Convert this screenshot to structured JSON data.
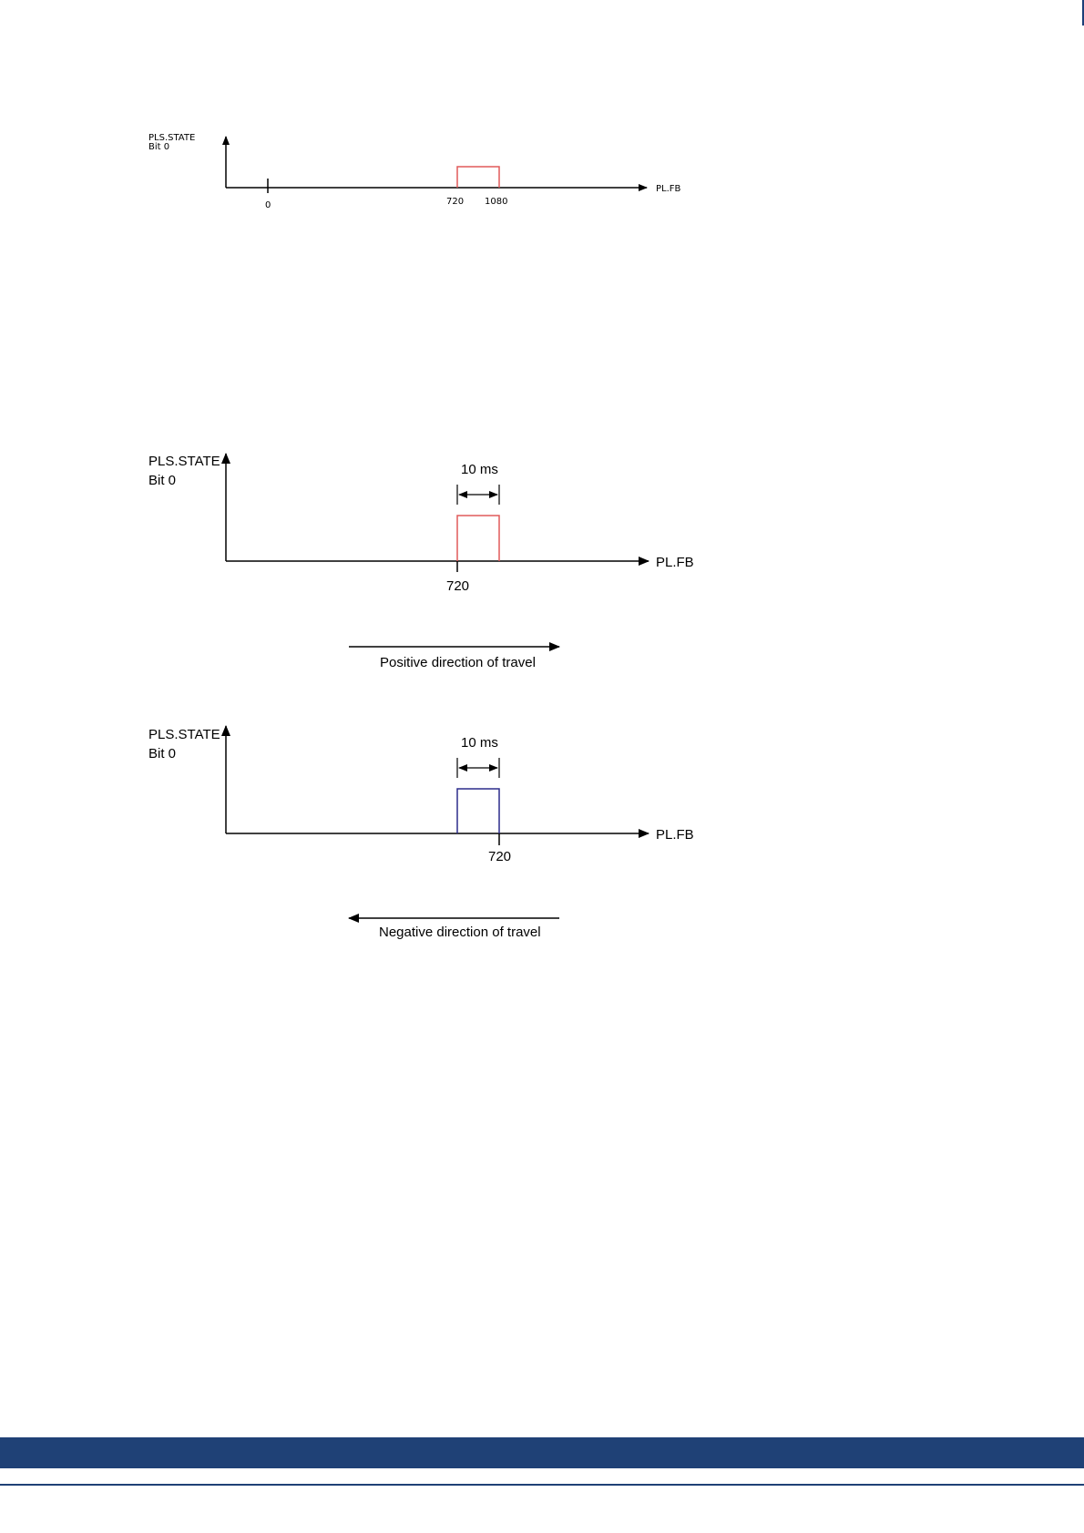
{
  "colors": {
    "axis": "#000000",
    "pulse_positive": "#e05a5a",
    "pulse_negative": "#2b2b8c",
    "footer": "#1f4176"
  },
  "diagram_1": {
    "y_label_line1": "PLS.STATE",
    "y_label_line2": "Bit 0",
    "x_label": "PL.FB",
    "tick_0": "0",
    "tick_start": "720",
    "tick_end": "1080"
  },
  "diagram_2": {
    "y_label_line1": "PLS.STATE",
    "y_label_line2": "Bit 0",
    "x_label": "PL.FB",
    "duration": "10 ms",
    "tick": "720",
    "direction": "Positive direction of travel"
  },
  "diagram_3": {
    "y_label_line1": "PLS.STATE",
    "y_label_line2": "Bit 0",
    "x_label": "PL.FB",
    "duration": "10 ms",
    "tick": "720",
    "direction": "Negative direction of travel"
  }
}
